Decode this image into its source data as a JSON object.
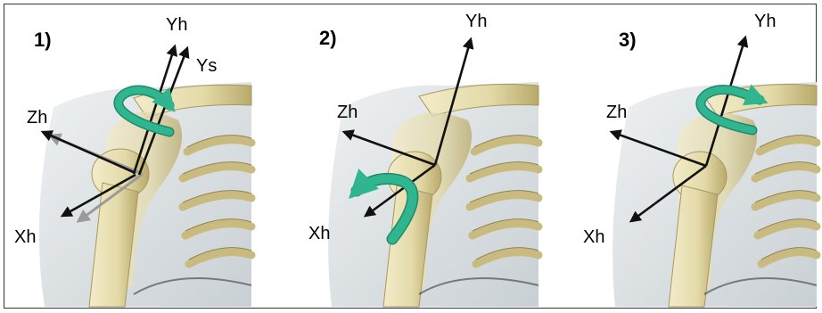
{
  "panels": [
    {
      "number": "1)",
      "labels": {
        "y": "Yh",
        "ys": "Ys",
        "z": "Zh",
        "x": "Xh"
      }
    },
    {
      "number": "2)",
      "labels": {
        "y": "Yh",
        "z": "Zh",
        "x": "Xh"
      }
    },
    {
      "number": "3)",
      "labels": {
        "y": "Yh",
        "z": "Zh",
        "x": "Xh"
      }
    }
  ],
  "colors": {
    "axis": "#111111",
    "scapula_axis": "#9a9a9a",
    "rotation_arrow": "#2fb58f",
    "bone": "#e3d9a8",
    "bone_shadow": "#b9a96a",
    "tissue": "#d8dde0"
  }
}
